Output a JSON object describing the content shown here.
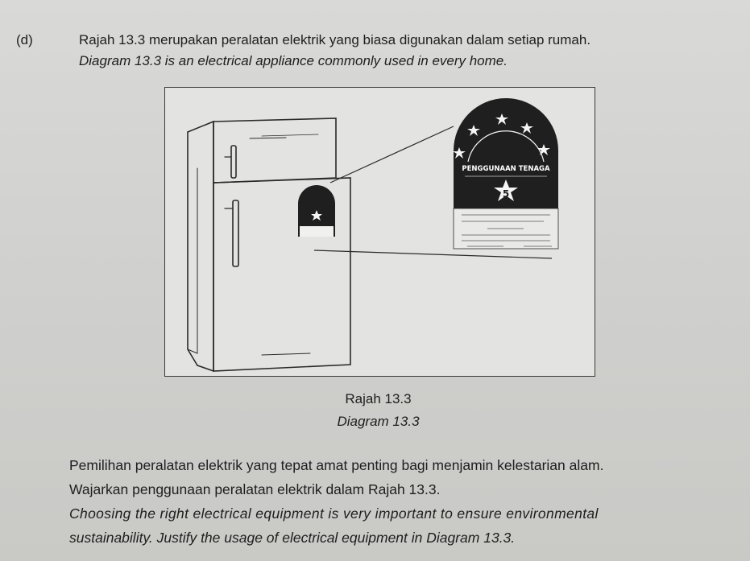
{
  "question": {
    "number": "(d)",
    "text_ms": "Rajah 13.3 merupakan peralatan elektrik yang biasa digunakan dalam setiap rumah.",
    "text_en": "Diagram 13.3 is an electrical appliance commonly used in every home."
  },
  "figure": {
    "energy_label": {
      "title": "PENGGUNAAN TENAGA",
      "rating": "5",
      "star_count": 5
    },
    "caption_ms": "Rajah 13.3",
    "caption_en": "Diagram 13.3"
  },
  "instructions": {
    "line1": "Pemilihan peralatan elektrik yang tepat amat penting bagi menjamin kelestarian alam.",
    "line2": "Wajarkan penggunaan peralatan elektrik dalam Rajah 13.3.",
    "line3": "Choosing the right electrical equipment is very important to ensure environmental",
    "line4": "sustainability. Justify the usage of electrical equipment in Diagram 13.3."
  }
}
